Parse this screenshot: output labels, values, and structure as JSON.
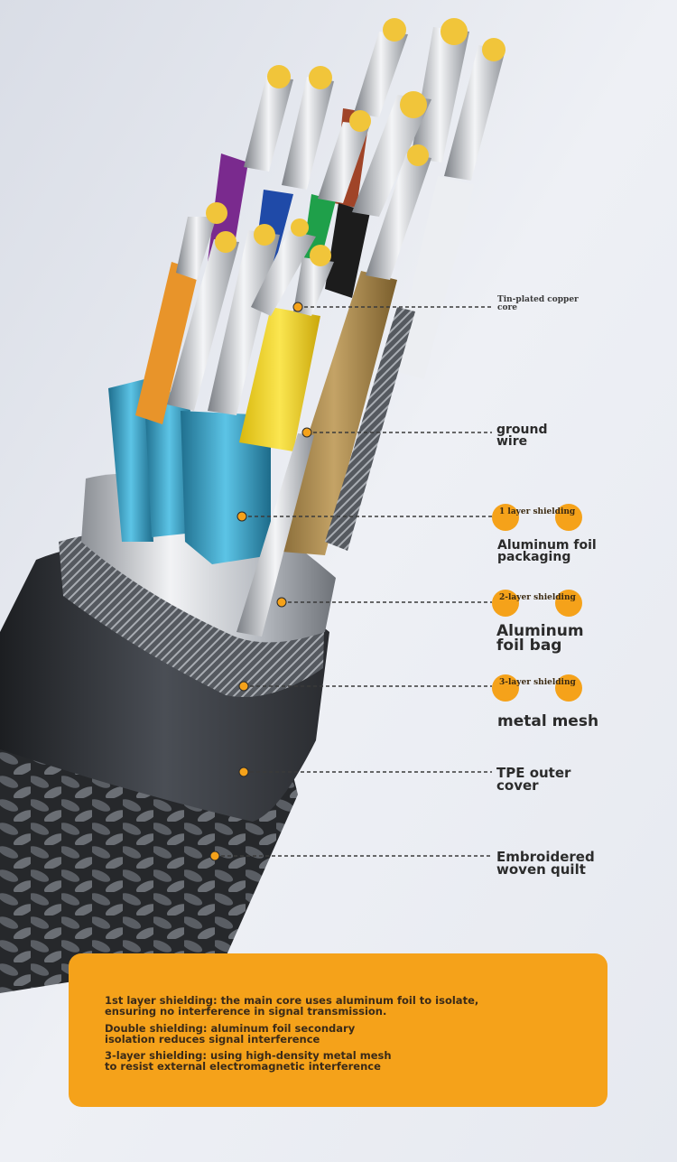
{
  "colors": {
    "accent": "#f5a21a",
    "background": "#e9ecf3",
    "jacket": "#3a3d42",
    "foil": "#c9ccd1",
    "blue_tube": "#3aa6cc",
    "yellow": "#f3d21a",
    "tan": "#a8874a",
    "orange_core": "#e8942a",
    "purple": "#7a2a8e"
  },
  "labels": {
    "copper_core": "Tin-plated copper\n core",
    "ground_wire": "ground\n wire",
    "layer1_badge": "1 layer shielding",
    "layer1_text": "Aluminum foil\n packaging",
    "layer2_badge": "2-layer shielding",
    "layer2_text": "Aluminum\n foil bag",
    "layer3_badge": "3-layer shielding",
    "layer3_text": "metal mesh",
    "tpe": "TPE outer\n cover",
    "woven": "Embroidered\n woven quilt"
  },
  "description": {
    "line1": "1st layer shielding: the main core uses aluminum foil to isolate,\n ensuring no interference in signal transmission.",
    "line2": "Double shielding: aluminum foil secondary\n isolation reduces signal interference",
    "line3": "3-layer shielding: using high-density metal mesh\n to resist external electromagnetic interference"
  }
}
